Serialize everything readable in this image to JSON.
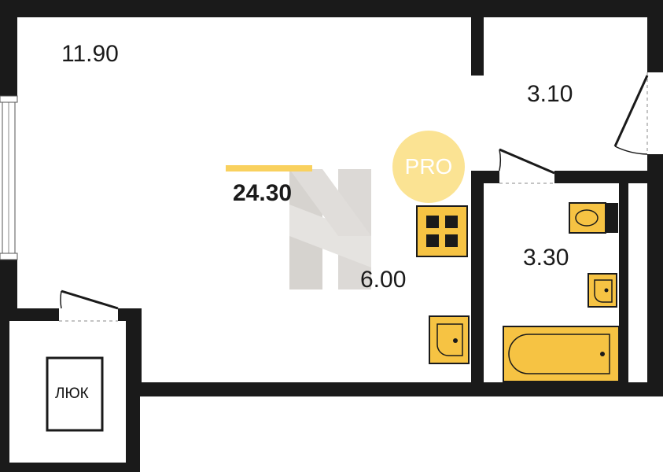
{
  "plan": {
    "rooms": [
      {
        "id": "living",
        "area": "11.90"
      },
      {
        "id": "hall",
        "area": "3.10"
      },
      {
        "id": "kitchen",
        "area": "6.00"
      },
      {
        "id": "bathroom",
        "area": "3.30"
      }
    ],
    "total_area": "24.30",
    "hatch_label": "ЛЮК",
    "badge": "PRO"
  },
  "colors": {
    "wall": "#1a1a1a",
    "fixture": "#f6c343",
    "accent_bar": "#f9d15e",
    "badge": "#fbe393"
  },
  "icons": [
    "stove-icon",
    "sink-icon",
    "toilet-icon",
    "bathtub-icon",
    "door-icon",
    "window-icon",
    "watermark-logo"
  ]
}
